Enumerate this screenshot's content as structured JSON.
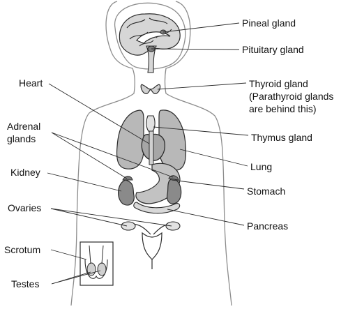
{
  "labels": {
    "pineal": "Pineal gland",
    "pituitary": "Pituitary gland",
    "thyroid": "Thyroid gland\n(Parathyroid glands\nare behind this)",
    "thymus": "Thymus gland",
    "lung": "Lung",
    "stomach": "Stomach",
    "pancreas": "Pancreas",
    "heart": "Heart",
    "adrenal": "Adrenal\nglands",
    "kidney": "Kidney",
    "ovaries": "Ovaries",
    "scrotum": "Scrotum",
    "testes": "Testes"
  },
  "colors": {
    "outline": "#2b2b2b",
    "organ_fill": "#b8b8b8",
    "organ_dark": "#7a7a7a",
    "organ_light": "#e2e2e2",
    "body_line": "#8c8c8c"
  }
}
